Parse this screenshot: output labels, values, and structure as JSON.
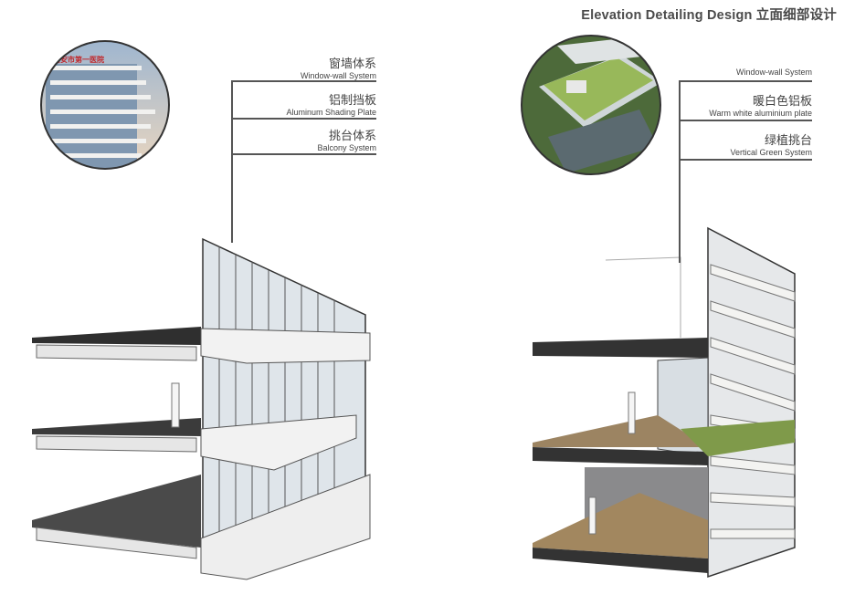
{
  "title": "Elevation Detailing Design 立面细部设计",
  "left": {
    "sign": "西安市第一医院",
    "labels": [
      {
        "cn": "窗墙体系",
        "en": "Window-wall System"
      },
      {
        "cn": "铝制挡板",
        "en": "Aluminum Shading Plate"
      },
      {
        "cn": "挑台体系",
        "en": "Balcony System"
      }
    ]
  },
  "right": {
    "labels": [
      {
        "cn": "",
        "en": "Window-wall System"
      },
      {
        "cn": "暖白色铝板",
        "en": "Warm white aluminium plate"
      },
      {
        "cn": "绿植挑台",
        "en": "Vertical Green System"
      }
    ]
  },
  "colors": {
    "slab": "#3a3a3a",
    "glass": "#d7dde2",
    "green": "#8aa650",
    "wood": "#a58a64"
  }
}
